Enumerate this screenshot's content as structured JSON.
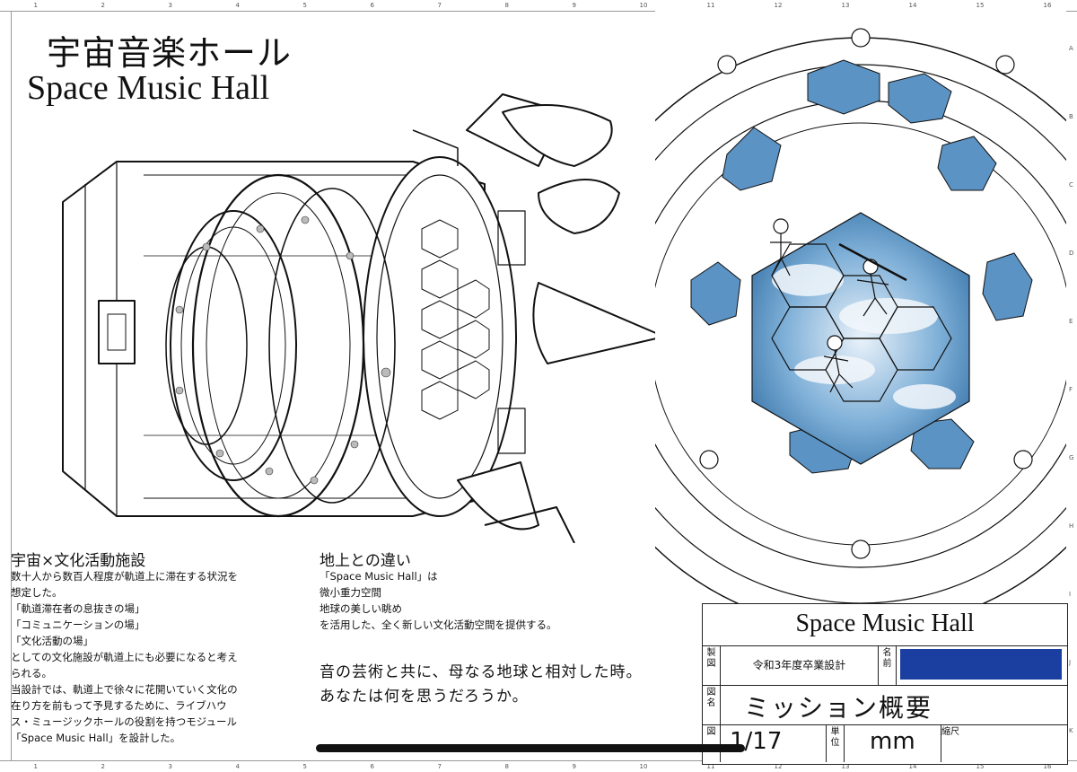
{
  "title": {
    "jp": "宇宙音楽ホール",
    "en": "Space Music Hall"
  },
  "ruler": {
    "top": [
      "1",
      "2",
      "3",
      "4",
      "5",
      "6",
      "7",
      "8",
      "9",
      "10",
      "11",
      "12",
      "13",
      "14",
      "15",
      "16"
    ],
    "right": [
      "A",
      "B",
      "C",
      "D",
      "E",
      "F",
      "G",
      "H",
      "I",
      "J",
      "K"
    ]
  },
  "section1": {
    "heading": "宇宙×文化活動施設",
    "lines": [
      "数十人から数百人程度が軌道上に滞在する状況を",
      "想定した。",
      "「軌道滞在者の息抜きの場」",
      "「コミュニケーションの場」",
      "「文化活動の場」",
      "としての文化施設が軌道上にも必要になると考え",
      "られる。",
      "当設計では、軌道上で徐々に花開いていく文化の",
      "在り方を前もって予見するために、ライブハウ",
      "ス・ミュージックホールの役割を持つモジュール",
      "「Space Music Hall」を設計した。"
    ]
  },
  "section2": {
    "heading": "地上との違い",
    "lines": [
      "「Space Music Hall」は",
      "微小重力空間",
      "地球の美しい眺め",
      "を活用した、全く新しい文化活動空間を提供する。"
    ]
  },
  "poem": [
    "音の芸術と共に、母なる地球と相対した時。",
    "あなたは何を思うだろうか。"
  ],
  "title_block": {
    "project": "Space Music Hall",
    "made_label": "製図",
    "made_value": "令和3年度卒業設計",
    "name_label": "名前",
    "name_color": "#1a3fa0",
    "drawing_label": "図名",
    "drawing_value": "ミッション概要",
    "number_label": "図",
    "number_value": "1/17",
    "unit_label": "単位",
    "unit_value": "mm",
    "scale_label": "縮尺"
  },
  "colors": {
    "line": "#111111",
    "sky": "#4a86b8",
    "cloud": "#e9f1f8",
    "name_box": "#1a3fa0"
  }
}
